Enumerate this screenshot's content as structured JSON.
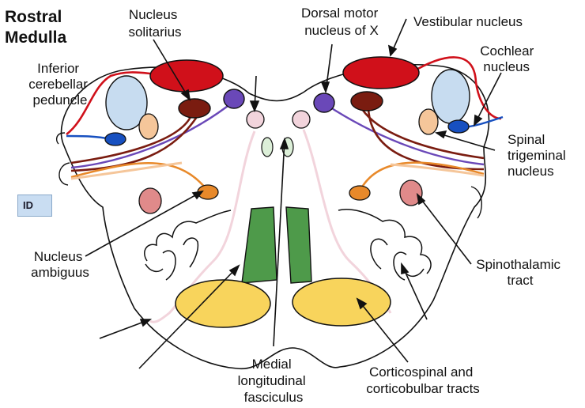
{
  "title": [
    "Rostral",
    "Medulla"
  ],
  "labels": {
    "nucleus_solitarius": [
      "Nucleus",
      "solitarius"
    ],
    "dorsal_motor": [
      "Dorsal motor",
      "nucleus of X"
    ],
    "vestibular": [
      "Vestibular nucleus"
    ],
    "icp": [
      "Inferior",
      "cerebellar",
      "peduncle"
    ],
    "cochlear": [
      "Cochlear",
      "nucleus"
    ],
    "spinal_trigeminal": [
      "Spinal",
      "trigeminal",
      "nucleus"
    ],
    "nucleus_ambiguus": [
      "Nucleus",
      "ambiguus"
    ],
    "spinothalamic": [
      "Spinothalamic",
      "tract"
    ],
    "mlf": [
      "Medial",
      "longitudinal",
      "fasciculus"
    ],
    "corticospinal": [
      "Corticospinal and",
      "corticobulbar tracts"
    ]
  },
  "id_badge": "ID",
  "colors": {
    "vestibular": "#d0101a",
    "solitarius": "#7a1c10",
    "dorsal_motor": "#6a48b8",
    "icp": "#c7dcf0",
    "cochlear": "#1750c0",
    "trigeminal": "#f5c69a",
    "ambiguus": "#e8892a",
    "spinothalamic": "#e08a8a",
    "hypoglossal": "#f2d4dc",
    "tectospinal": "#dcefd8",
    "mlf": "#4e9a4a",
    "pyramid": "#f8d45c"
  }
}
